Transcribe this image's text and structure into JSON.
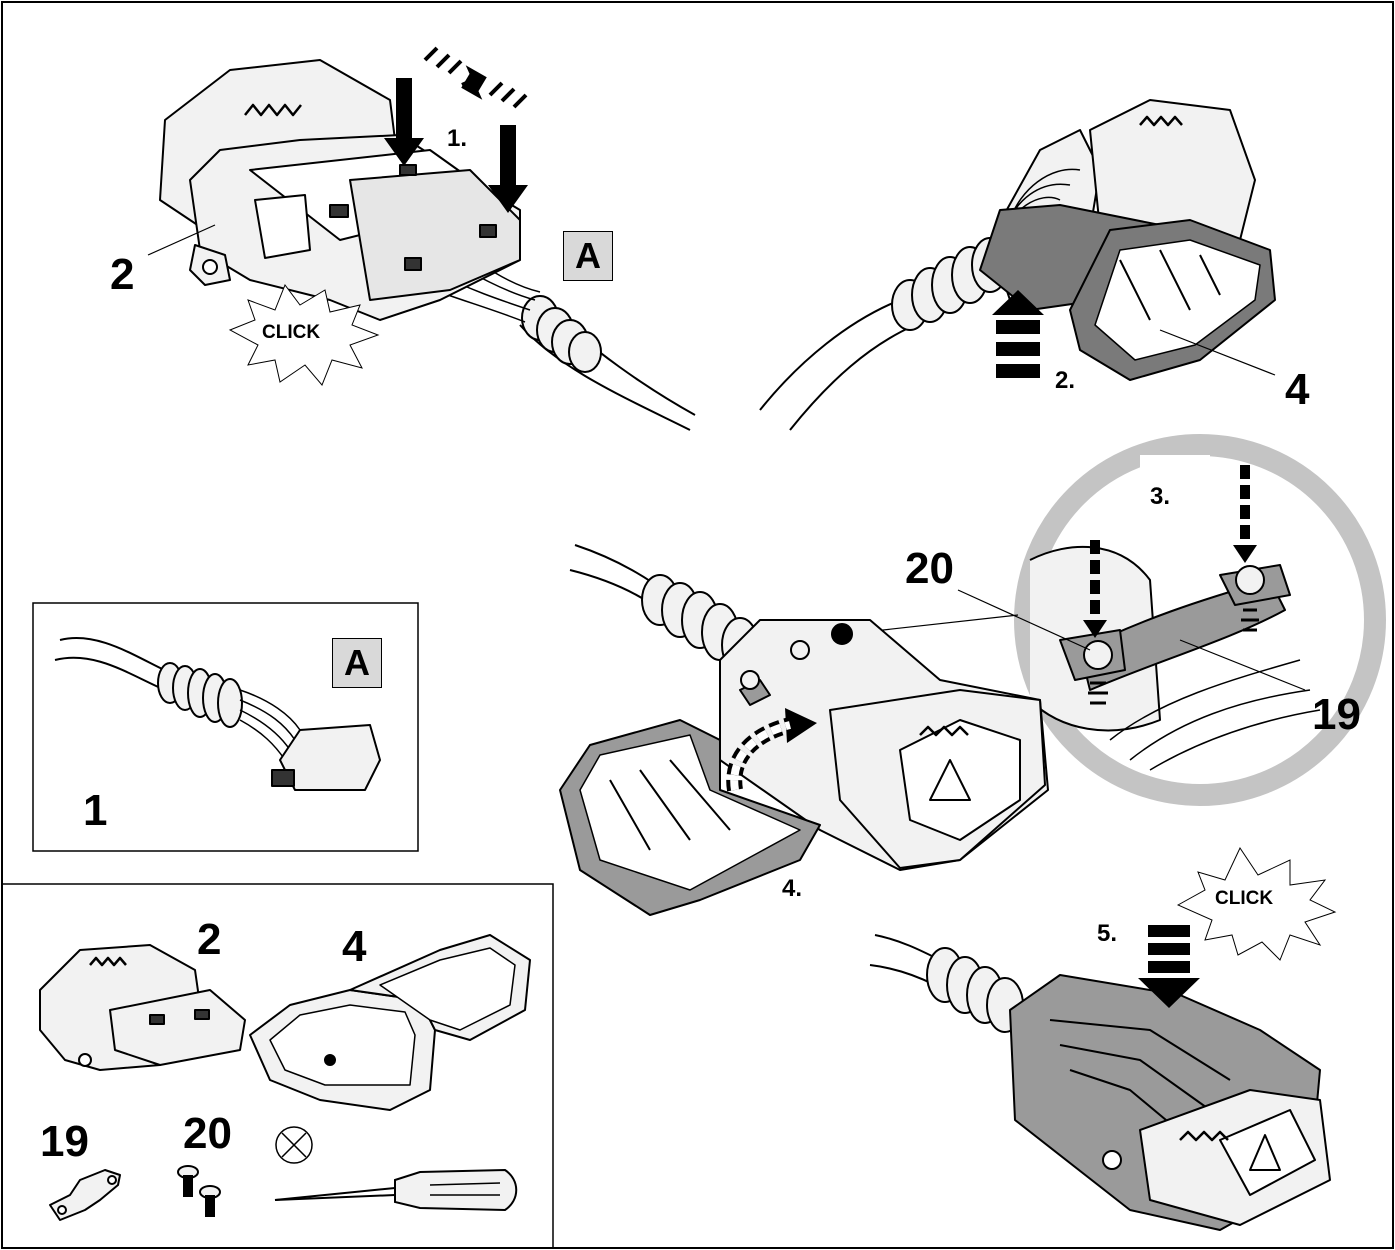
{
  "step_labels": {
    "s1": "1.",
    "s2": "2.",
    "s3": "3.",
    "s4": "4.",
    "s5": "5."
  },
  "part_labels": {
    "p2_main": "2",
    "p4_main": "4",
    "p20_detail": "20",
    "p19_detail": "19",
    "p1_inset": "1",
    "p2_parts": "2",
    "p4_parts": "4",
    "p19_parts": "19",
    "p20_parts": "20"
  },
  "box_letter": {
    "a1": "A",
    "a2": "A"
  },
  "click_text": {
    "c1": "CLICK",
    "c2": "CLICK"
  },
  "colors": {
    "line": "#000000",
    "housing": "#f2f2f2",
    "cover": "#9a9a9a",
    "ring": "#c4c4c4",
    "boxA": "#d9d9d9"
  }
}
